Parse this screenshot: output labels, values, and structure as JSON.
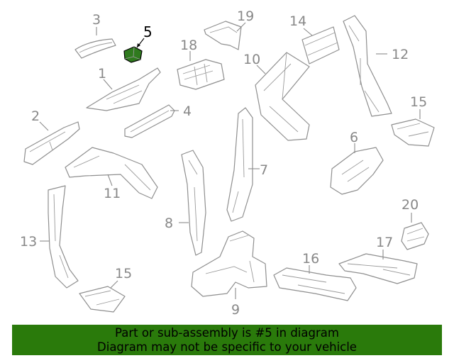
{
  "callouts": {
    "p1": "1",
    "p2": "2",
    "p3": "3",
    "p4": "4",
    "p5": "5",
    "p6": "6",
    "p7": "7",
    "p8": "8",
    "p9": "9",
    "p10": "10",
    "p11": "11",
    "p12": "12",
    "p13": "13",
    "p14": "14",
    "p15a": "15",
    "p15b": "15",
    "p16": "16",
    "p17": "17",
    "p18": "18",
    "p19": "19",
    "p20": "20"
  },
  "highlighted_part": "5",
  "colors": {
    "highlight": "#2f7a1e",
    "banner": "#2a7a0b",
    "line": "#8f8f8f"
  },
  "banner": {
    "line1": "Part or sub-assembly is #5 in diagram",
    "line2": "Diagram may not be specific to your vehicle"
  }
}
